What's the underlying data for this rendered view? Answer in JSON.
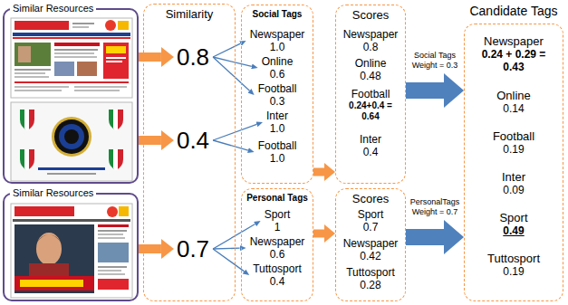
{
  "diagram": {
    "nodes": [
      {
        "text": [
          "Similar Resources"
        ]
      },
      {
        "text": [
          "Similar Resources"
        ]
      },
      {
        "text": [
          "Similarity"
        ]
      },
      {
        "text": [
          "0.8"
        ],
        "in": 2
      },
      {
        "text": [
          "0.4"
        ],
        "in": 2
      },
      {
        "text": [
          "0.7"
        ],
        "in": 2
      },
      {
        "text": [
          "Social Tags"
        ]
      },
      {
        "text": [
          "Newspaper",
          "1.0"
        ],
        "in": 6
      },
      {
        "text": [
          "Online",
          "0.6"
        ],
        "in": 6
      },
      {
        "text": [
          "Football",
          "0.3"
        ],
        "in": 6
      },
      {
        "text": [
          "Inter",
          "1.0"
        ],
        "in": 6
      },
      {
        "text": [
          "Football",
          "1.0"
        ],
        "in": 6
      },
      {
        "text": [
          "Personal Tags"
        ]
      },
      {
        "text": [
          "Sport",
          "1"
        ],
        "in": 12
      },
      {
        "text": [
          "Newspaper",
          "0.6"
        ],
        "in": 12
      },
      {
        "text": [
          "Tuttosport",
          "0.4"
        ],
        "in": 12
      },
      {
        "text": [
          "Scores"
        ]
      },
      {
        "text": [
          "Newspaper",
          "0.8"
        ],
        "in": 16
      },
      {
        "text": [
          "Online",
          "0.48"
        ],
        "in": 16
      },
      {
        "text": [
          "Football",
          "0.24+0.4 = 0.64"
        ],
        "in": 16
      },
      {
        "text": [
          "Inter",
          "0.4"
        ],
        "in": 16
      },
      {
        "text": [
          "Scores"
        ]
      },
      {
        "text": [
          "Sport",
          "0.7"
        ],
        "in": 21
      },
      {
        "text": [
          "Newspaper",
          "0.42"
        ],
        "in": 21
      },
      {
        "text": [
          "Tuttosport",
          "0.28"
        ],
        "in": 21
      },
      {
        "text": [
          "Candidate Tags"
        ]
      },
      {
        "text": [
          "Newspaper",
          "0.24 + 0.29 = 0.43"
        ],
        "in": 25
      },
      {
        "text": [
          "Online",
          "0.14"
        ],
        "in": 25
      },
      {
        "text": [
          "Football",
          "0.19"
        ],
        "in": 25
      },
      {
        "text": [
          "Inter",
          "0.09"
        ],
        "in": 25
      },
      {
        "text": [
          "Sport",
          "0.49"
        ],
        "in": 25
      },
      {
        "text": [
          "Tuttosport",
          "0.19"
        ],
        "in": 25
      }
    ],
    "edges": [
      {
        "from": 0,
        "to": 3,
        "arrow": "to"
      },
      {
        "from": 0,
        "to": 4,
        "arrow": "to"
      },
      {
        "from": 1,
        "to": 5,
        "arrow": "to"
      },
      {
        "from": 3,
        "to": 7,
        "arrow": "to"
      },
      {
        "from": 3,
        "to": 8,
        "arrow": "to"
      },
      {
        "from": 3,
        "to": 9,
        "arrow": "to"
      },
      {
        "from": 4,
        "to": 10,
        "arrow": "to"
      },
      {
        "from": 4,
        "to": 11,
        "arrow": "to"
      },
      {
        "from": 5,
        "to": 13,
        "arrow": "to"
      },
      {
        "from": 5,
        "to": 14,
        "arrow": "to"
      },
      {
        "from": 5,
        "to": 15,
        "arrow": "to"
      },
      {
        "from": 6,
        "to": 16,
        "arrow": "to"
      },
      {
        "from": 12,
        "to": 21,
        "arrow": "to"
      },
      {
        "from": 16,
        "to": 25,
        "label": "Social Tags Weight = 0.3",
        "arrow": "to"
      },
      {
        "from": 21,
        "to": 25,
        "label": "PersonalTags Weight = 0.7",
        "arrow": "to"
      }
    ]
  }
}
